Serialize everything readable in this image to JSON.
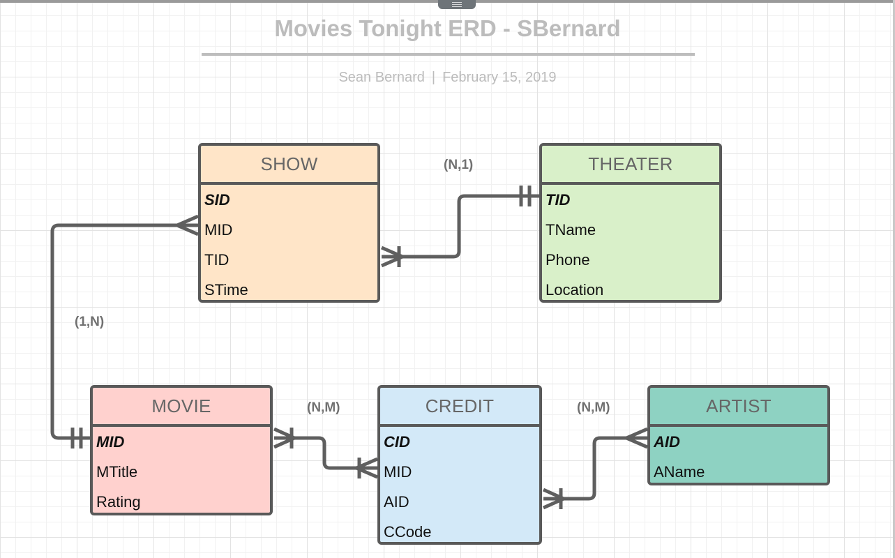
{
  "title": "Movies Tonight ERD - SBernard",
  "author": "Sean Bernard",
  "date": "February 15, 2019",
  "subtitle_separator": "|",
  "entities": {
    "show": {
      "name": "SHOW",
      "fields": [
        "SID",
        "MID",
        "TID",
        "STime"
      ],
      "color": "#ffe5c8"
    },
    "theater": {
      "name": "THEATER",
      "fields": [
        "TID",
        "TName",
        "Phone",
        "Location"
      ],
      "color": "#d9f0c9"
    },
    "movie": {
      "name": "MOVIE",
      "fields": [
        "MID",
        "MTitle",
        "Rating"
      ],
      "color": "#ffd1ce"
    },
    "credit": {
      "name": "CREDIT",
      "fields": [
        "CID",
        "MID",
        "AID",
        "CCode"
      ],
      "color": "#d3e9f8"
    },
    "artist": {
      "name": "ARTIST",
      "fields": [
        "AID",
        "AName"
      ],
      "color": "#8ed2c2"
    }
  },
  "relationships": {
    "show_theater": {
      "cardinality": "(N,1)",
      "from": "show",
      "to": "theater",
      "from_end": "one-or-many",
      "to_end": "one-and-only-one"
    },
    "movie_show": {
      "cardinality": "(1,N)",
      "from": "movie",
      "to": "show",
      "from_end": "one-and-only-one",
      "to_end": "many"
    },
    "movie_credit": {
      "cardinality": "(N,M)",
      "from": "movie",
      "to": "credit",
      "from_end": "one-or-many",
      "to_end": "one-or-many"
    },
    "credit_artist": {
      "cardinality": "(N,M)",
      "from": "credit",
      "to": "artist",
      "from_end": "one-or-many",
      "to_end": "many"
    }
  },
  "colors": {
    "line": "#5f5f5f",
    "border": "#595959",
    "title": "#bcbcbc"
  }
}
